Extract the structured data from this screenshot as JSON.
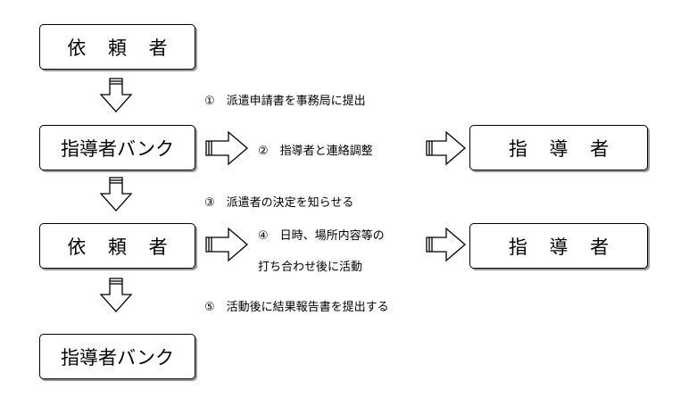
{
  "nodes": {
    "requester_1": "依 頼 者",
    "bank_1": "指導者バンク",
    "leader_1": "指 導 者",
    "requester_2": "依 頼 者",
    "leader_2": "指 導 者",
    "bank_2": "指導者バンク"
  },
  "steps": {
    "step_1": "①　派遣申請書を事務局に提出",
    "step_2": "②　指導者と連絡調整",
    "step_3": "③　派遣者の決定を知らせる",
    "step_4_line1": "④　日時、場所内容等の",
    "step_4_line2": "打ち合わせ後に活動",
    "step_5": "⑤　活動後に結果報告書を提出する"
  },
  "colors": {
    "line": "#000000",
    "shadow": "#9a9a9a",
    "fill": "#ffffff"
  }
}
